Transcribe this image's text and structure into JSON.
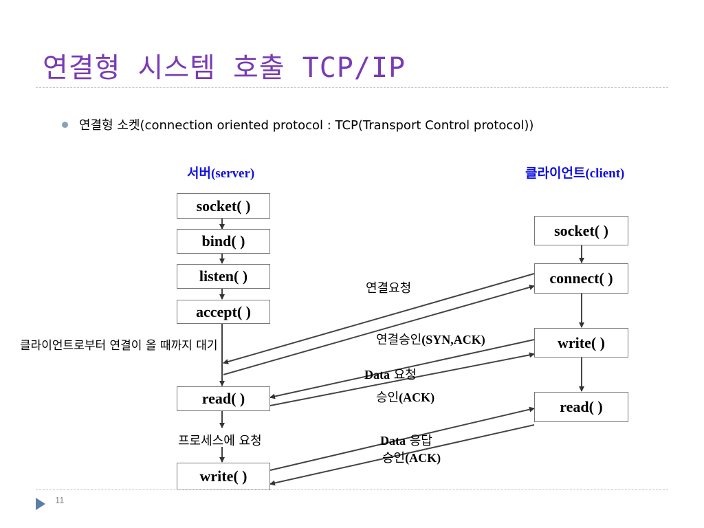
{
  "title": "연결형 시스템 호출 TCP/IP",
  "bullet": "연결형 소켓(connection oriented protocol : TCP(Transport Control protocol))",
  "server_header": {
    "ko": "서버",
    "latin": "(server)"
  },
  "client_header": {
    "ko": "클라이언트",
    "latin": "(client)"
  },
  "server": {
    "socket": "socket( )",
    "bind": "bind( )",
    "listen": "listen( )",
    "accept": "accept( )",
    "read": "read( )",
    "write": "write( )"
  },
  "client": {
    "socket": "socket( )",
    "connect": "connect( )",
    "write": "write( )",
    "read": "read( )"
  },
  "labels": {
    "wait": "클라이언트로부터 연결이 올 때까지 대기",
    "connect_request": "연결요청",
    "connect_ack_ko": "연결승인",
    "connect_ack_latin": "(SYN,ACK)",
    "data_request_latin": "Data",
    "data_request_ko": " 요청",
    "ack1_ko": "승인",
    "ack1_latin": "(ACK)",
    "process_request": "프로세스에 요청",
    "data_response_latin": "Data",
    "data_response_ko": " 응답",
    "ack2_ko": "승인",
    "ack2_latin": "(ACK)"
  },
  "footer": {
    "page": "11"
  }
}
